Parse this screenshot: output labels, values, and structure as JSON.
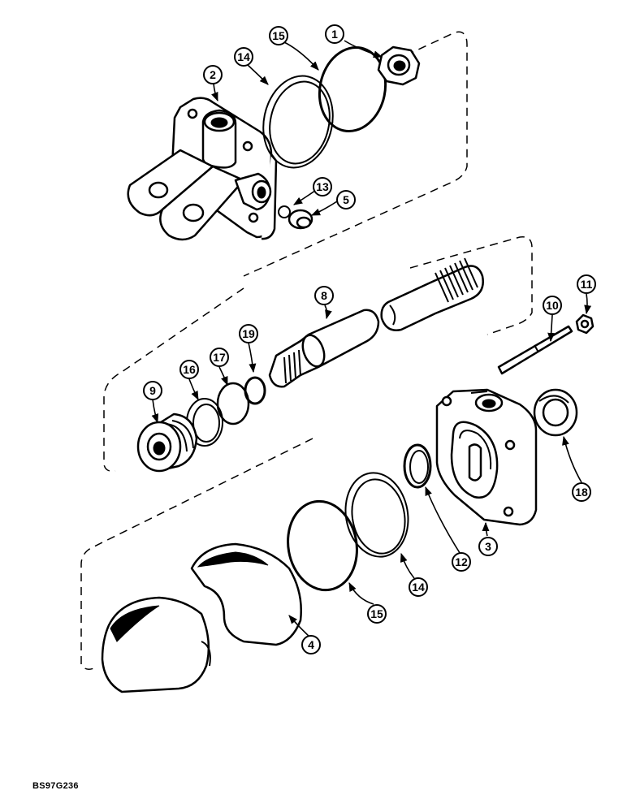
{
  "diagram": {
    "reference_code": "BS97G236",
    "callouts": [
      "1",
      "2",
      "15",
      "14",
      "13",
      "5",
      "8",
      "11",
      "10",
      "19",
      "17",
      "16",
      "9",
      "18",
      "3",
      "12",
      "14",
      "15",
      "4"
    ]
  }
}
